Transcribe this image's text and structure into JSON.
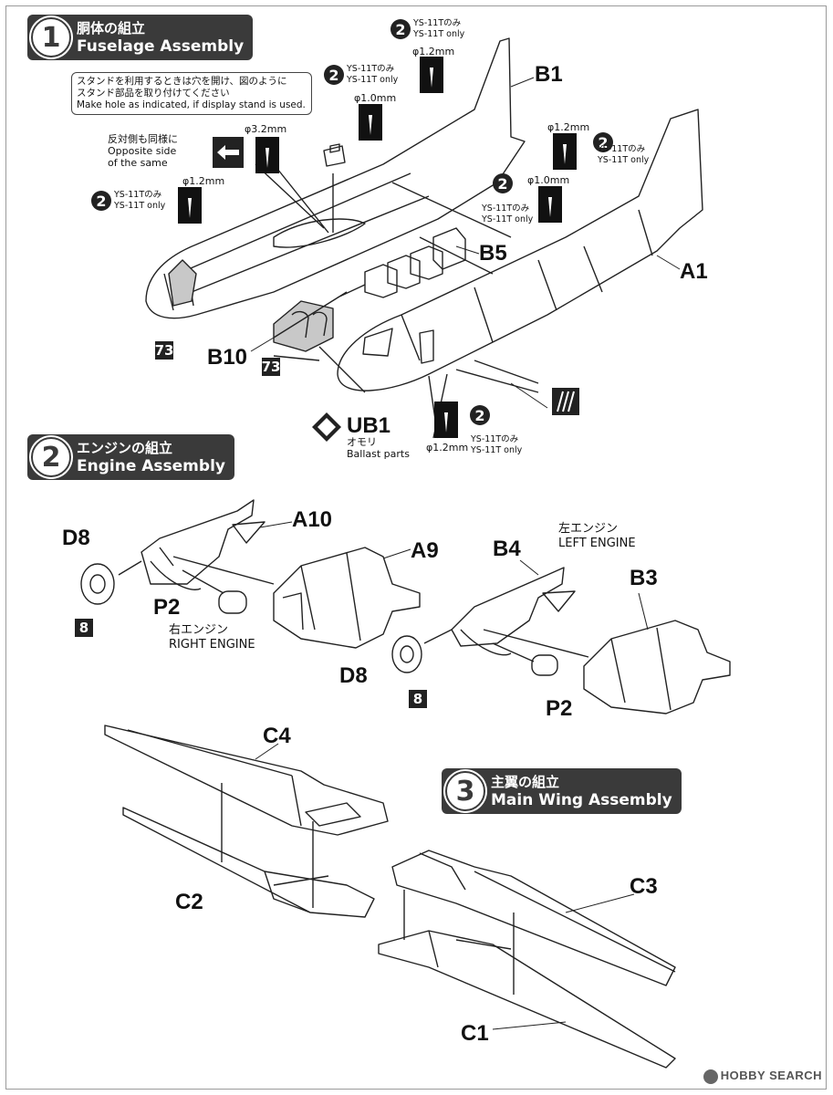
{
  "steps": [
    {
      "num": "1",
      "jp": "胴体の組立",
      "en": "Fuselage Assembly"
    },
    {
      "num": "2",
      "jp": "エンジンの組立",
      "en": "Engine Assembly"
    },
    {
      "num": "3",
      "jp": "主翼の組立",
      "en": "Main Wing Assembly"
    }
  ],
  "note_stand": {
    "jp1": "スタンドを利用するときは穴を開け、図のように",
    "jp2": "スタンド部品を取り付けてください",
    "en": "Make hole as indicated, if display stand is used."
  },
  "opposite": {
    "jp": "反対側も同様に",
    "en1": "Opposite side",
    "en2": "of the same"
  },
  "option": {
    "num": "2",
    "jp": "YS-11Tのみ",
    "en": "YS-11T only"
  },
  "drills": {
    "d32": "φ3.2mm",
    "d12": "φ1.2mm",
    "d10": "φ1.0mm"
  },
  "parts": {
    "B1": "B1",
    "A1": "A1",
    "B5": "B5",
    "B10": "B10",
    "UB1": "UB1",
    "A10": "A10",
    "A9": "A9",
    "B4": "B4",
    "B3": "B3",
    "D8": "D8",
    "P2": "P2",
    "C4": "C4",
    "C2": "C2",
    "C3": "C3",
    "C1": "C1"
  },
  "badges": {
    "b73": "73",
    "b8": "8"
  },
  "ballast": {
    "jp": "オモリ",
    "en": "Ballast parts"
  },
  "right_engine": {
    "jp": "右エンジン",
    "en": "RIGHT ENGINE"
  },
  "left_engine": {
    "jp": "左エンジン",
    "en": "LEFT ENGINE"
  },
  "watermark": "HOBBY SEARCH",
  "colors": {
    "step_bg": "#3a3a3a",
    "line": "#222222",
    "gray_fill": "#c8c8c8"
  }
}
